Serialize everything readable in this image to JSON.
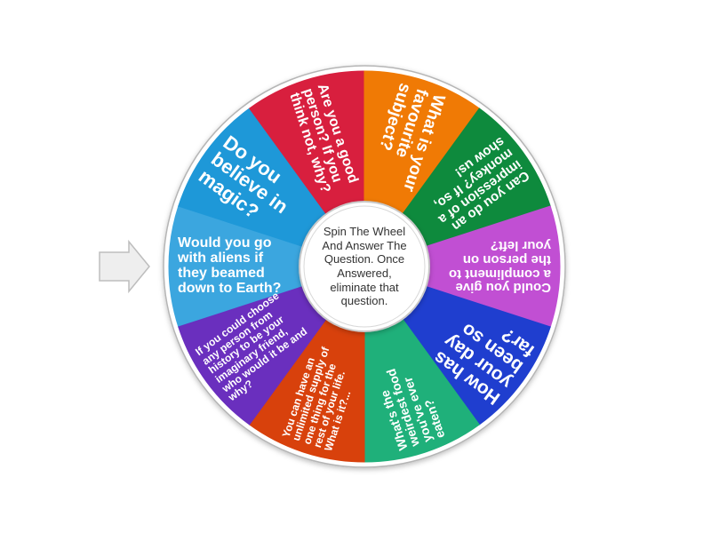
{
  "center_text": "Spin The Wheel And Answer The Question. Once Answered, eliminate that question.",
  "pointer_icon": "arrow-right-icon",
  "segments": [
    {
      "label": "Would you go with aliens if they beamed down to Earth?",
      "color": "#3ba6df"
    },
    {
      "label": "Do you believe in magic?",
      "color": "#1e98d8"
    },
    {
      "label": "Are you a good person? If you think not, why?",
      "color": "#d81f3e"
    },
    {
      "label": "What is your favourite subject?",
      "color": "#f07a05"
    },
    {
      "label": "Can you do an impression of a monkey? If so, show us!",
      "color": "#0e8a3d"
    },
    {
      "label": "Could you give a compliment to the person on your left?",
      "color": "#c14fd3"
    },
    {
      "label": "How has your day been so far?",
      "color": "#1f3ecf"
    },
    {
      "label": "What's the weirdest food you've ever eaten?",
      "color": "#1fb07a"
    },
    {
      "label": "You can have an unlimited supply of one thing for the rest of your life. What is it?...",
      "color": "#d8410c"
    },
    {
      "label": "If you could choose any person from history to be your imaginary friend, who would it be and why?",
      "color": "#6a2fbe"
    }
  ]
}
